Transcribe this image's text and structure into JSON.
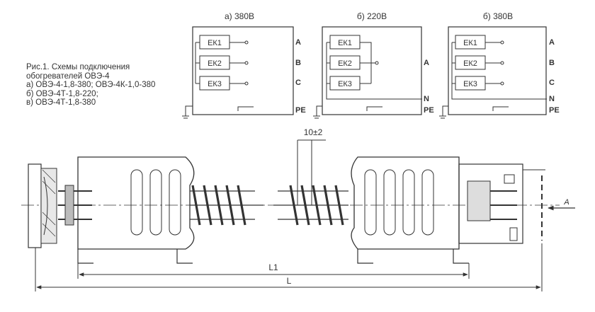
{
  "caption": {
    "title": "Рис.1.  Схемы подключения",
    "subtitle": "обогревателей ОВЭ-4",
    "lines": [
      "а) ОВЭ-4-1,8-380; ОВЭ-4К-1,0-380",
      "б) ОВЭ-4Т-1,8-220;",
      "в) ОВЭ-4Т-1,8-380"
    ]
  },
  "schemes": [
    {
      "title": "а) 380В",
      "elements": [
        "ЕК1",
        "ЕК2",
        "ЕК3"
      ],
      "terminals": [
        "A",
        "B",
        "C",
        "PE"
      ]
    },
    {
      "title": "б) 220В",
      "elements": [
        "ЕК1",
        "ЕК2",
        "ЕК3"
      ],
      "terminals": [
        "A",
        "N",
        "PE"
      ]
    },
    {
      "title": "б) 380В",
      "elements": [
        "ЕК1",
        "ЕК2",
        "ЕК3"
      ],
      "terminals": [
        "A",
        "B",
        "C",
        "N",
        "PE"
      ]
    }
  ],
  "drawing": {
    "gap_dimension": "10±2",
    "length_inner": "L1",
    "length_total": "L",
    "view_marker": "A"
  }
}
